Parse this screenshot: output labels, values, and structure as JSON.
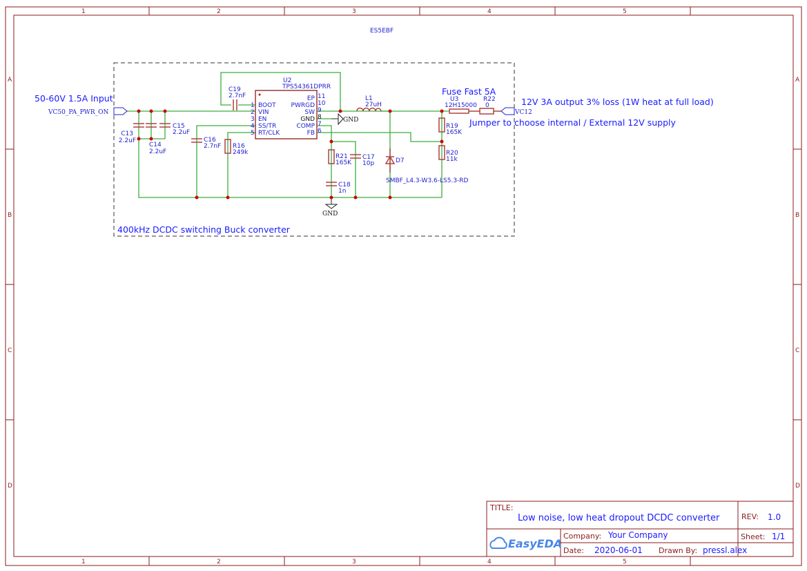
{
  "sheet": {
    "columns": [
      "1",
      "2",
      "3",
      "4",
      "5"
    ],
    "rows": [
      "A",
      "B",
      "C",
      "D"
    ],
    "top_label": "ES5EBF"
  },
  "annotations": {
    "input": "50-60V 1.5A Input",
    "output": "12V 3A output 3% loss (1W heat at full load)",
    "jumper": "Jumper to choose internal / External 12V supply",
    "fuse": "Fuse Fast 5A",
    "block": "400kHz DCDC switching Buck converter"
  },
  "nets": {
    "in_port": "VC50_PA_PWR_ON",
    "out_port": "VC12",
    "gnd1": "GND",
    "gnd2": "GND"
  },
  "ic": {
    "ref": "U2",
    "part": "TPS54361DPRR",
    "left_pins": [
      {
        "num": "1",
        "name": "BOOT"
      },
      {
        "num": "2",
        "name": "VIN"
      },
      {
        "num": "3",
        "name": "EN"
      },
      {
        "num": "4",
        "name": "SS/TR"
      },
      {
        "num": "5",
        "name": "RT/CLK"
      }
    ],
    "right_pins": [
      {
        "num": "11",
        "name": "EP"
      },
      {
        "num": "10",
        "name": "PWRGD"
      },
      {
        "num": "9",
        "name": "SW"
      },
      {
        "num": "8",
        "name": "GND"
      },
      {
        "num": "7",
        "name": "COMP"
      },
      {
        "num": "6",
        "name": "FB"
      }
    ]
  },
  "components": {
    "C13": {
      "ref": "C13",
      "value": "2.2uF"
    },
    "C14": {
      "ref": "C14",
      "value": "2.2uF"
    },
    "C15": {
      "ref": "C15",
      "value": "2.2uF"
    },
    "C16": {
      "ref": "C16",
      "value": "2.7nF"
    },
    "C19": {
      "ref": "C19",
      "value": "2.7nF"
    },
    "R16": {
      "ref": "R16",
      "value": "249k"
    },
    "R21": {
      "ref": "R21",
      "value": "165K"
    },
    "C17": {
      "ref": "C17",
      "value": "10p"
    },
    "C18": {
      "ref": "C18",
      "value": "1n"
    },
    "L1": {
      "ref": "L1",
      "value": "27uH"
    },
    "D7": {
      "ref": "D7",
      "value": "SMBF_L4.3-W3.6-LS5.3-RD"
    },
    "R19": {
      "ref": "R19",
      "value": "165K"
    },
    "R20": {
      "ref": "R20",
      "value": "11k"
    },
    "U3": {
      "ref": "U3",
      "value": "12H15000"
    },
    "R22": {
      "ref": "R22",
      "value": "0"
    }
  },
  "title_block": {
    "title_label": "TITLE:",
    "title": "Low noise, low heat dropout DCDC converter",
    "rev_label": "REV:",
    "rev": "1.0",
    "company_label": "Company:",
    "company": "Your Company",
    "sheet_label": "Sheet:",
    "sheet": "1/1",
    "date_label": "Date:",
    "date": "2020-06-01",
    "drawn_label": "Drawn By:",
    "drawn": "pressl.alex",
    "logo": "EasyEDA"
  }
}
